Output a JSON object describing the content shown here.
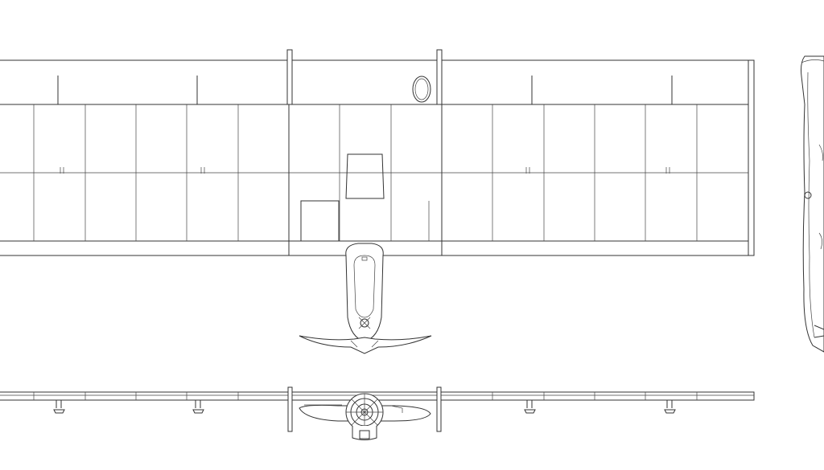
{
  "drawing": {
    "type": "three-view aircraft line drawing",
    "views": [
      "top-view",
      "front-view",
      "side-view"
    ],
    "line_color": "#333333",
    "background": "#ffffff",
    "text": []
  }
}
